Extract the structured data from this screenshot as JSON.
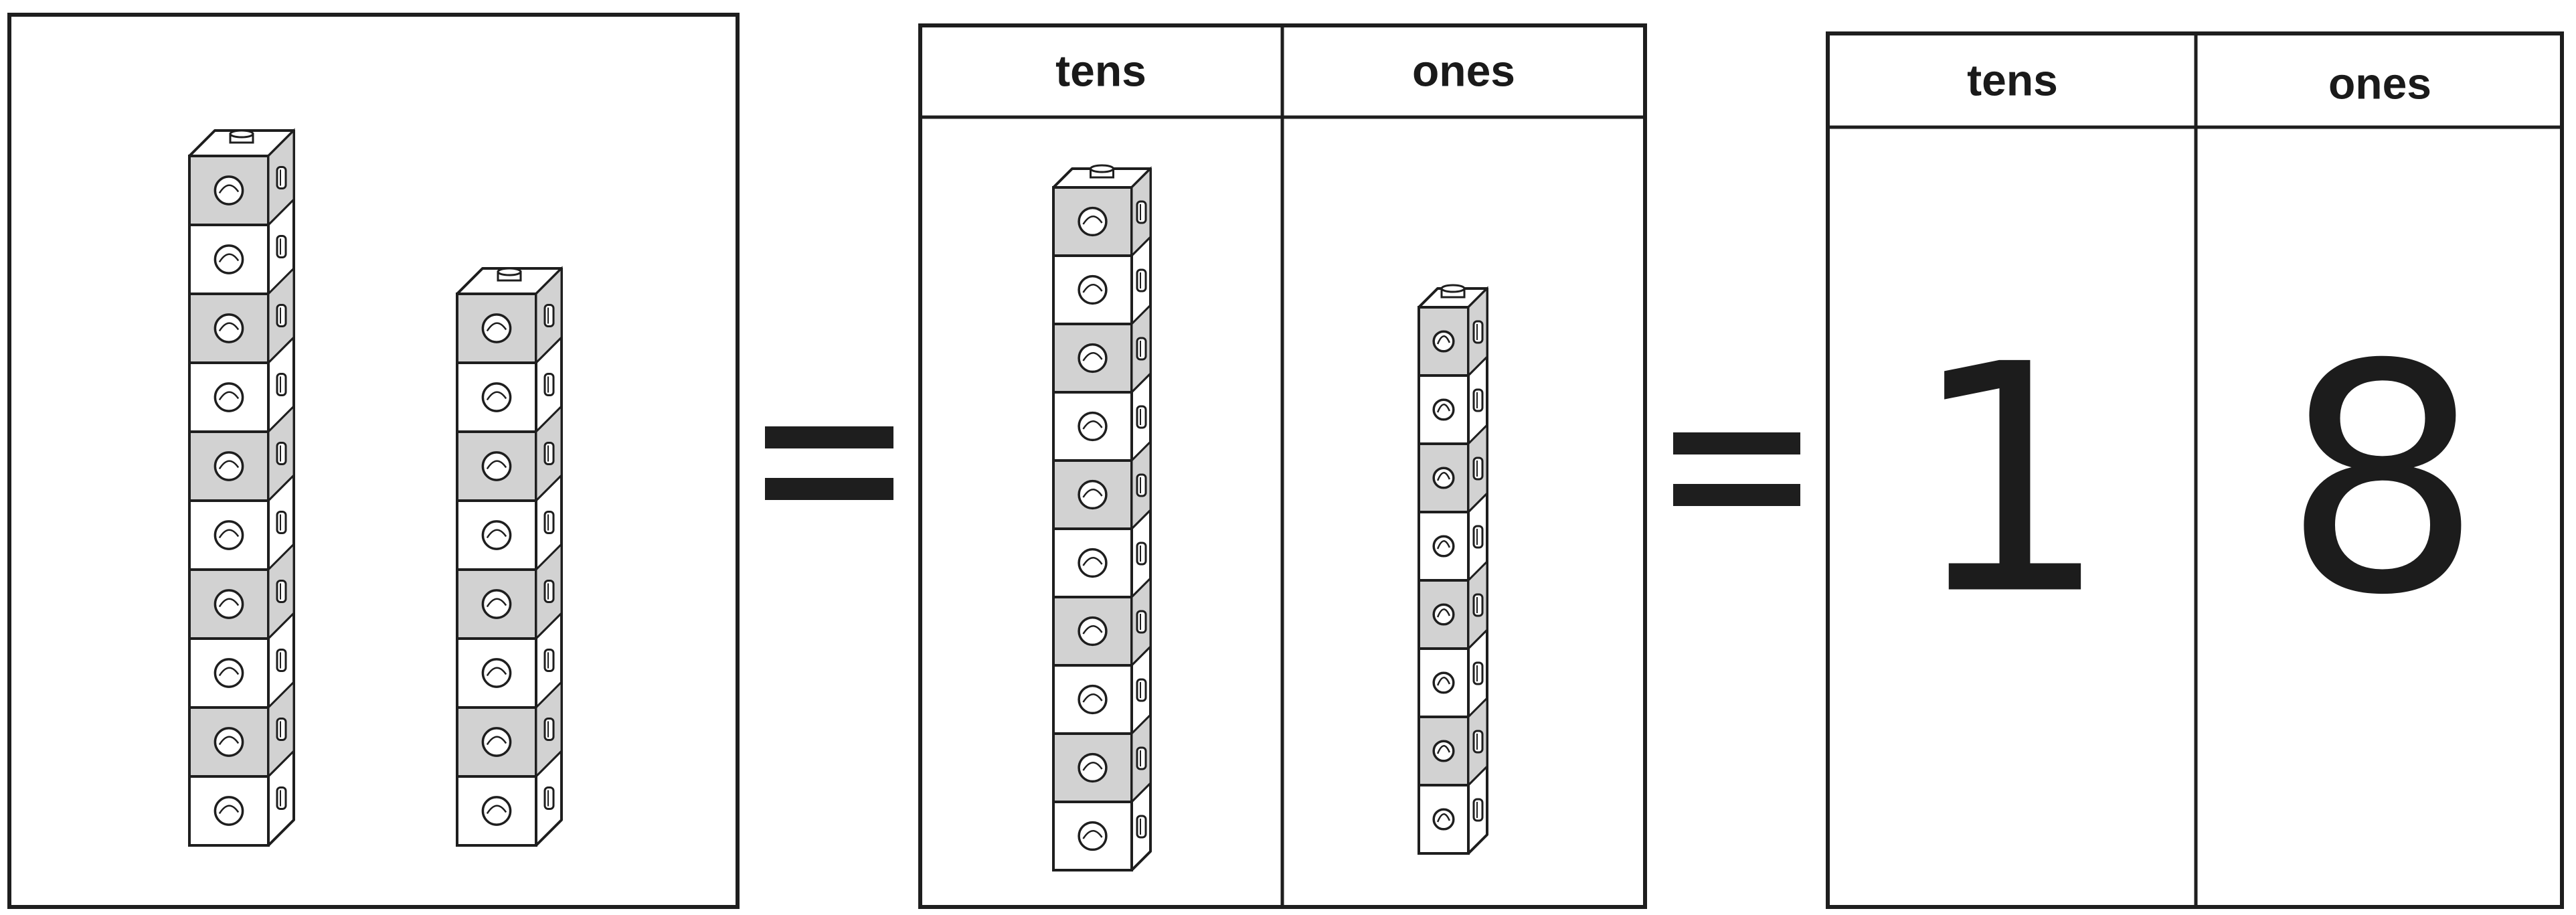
{
  "first_place_value_chart": {
    "headers": {
      "tens": "tens",
      "ones": "ones"
    }
  },
  "second_place_value_chart": {
    "headers": {
      "tens": "tens",
      "ones": "ones"
    },
    "tens_digit": "1",
    "ones_digit": "8"
  },
  "towers": {
    "left_panel_cubes": [
      10,
      8
    ],
    "first_chart_cubes": {
      "tens": 10,
      "ones": 8
    }
  },
  "equals_signs": 2,
  "colors": {
    "cube_shaded": "#d2d2d2",
    "cube_white": "#ffffff",
    "outline": "#1e1e1e",
    "equals": "#1e1e1e"
  }
}
